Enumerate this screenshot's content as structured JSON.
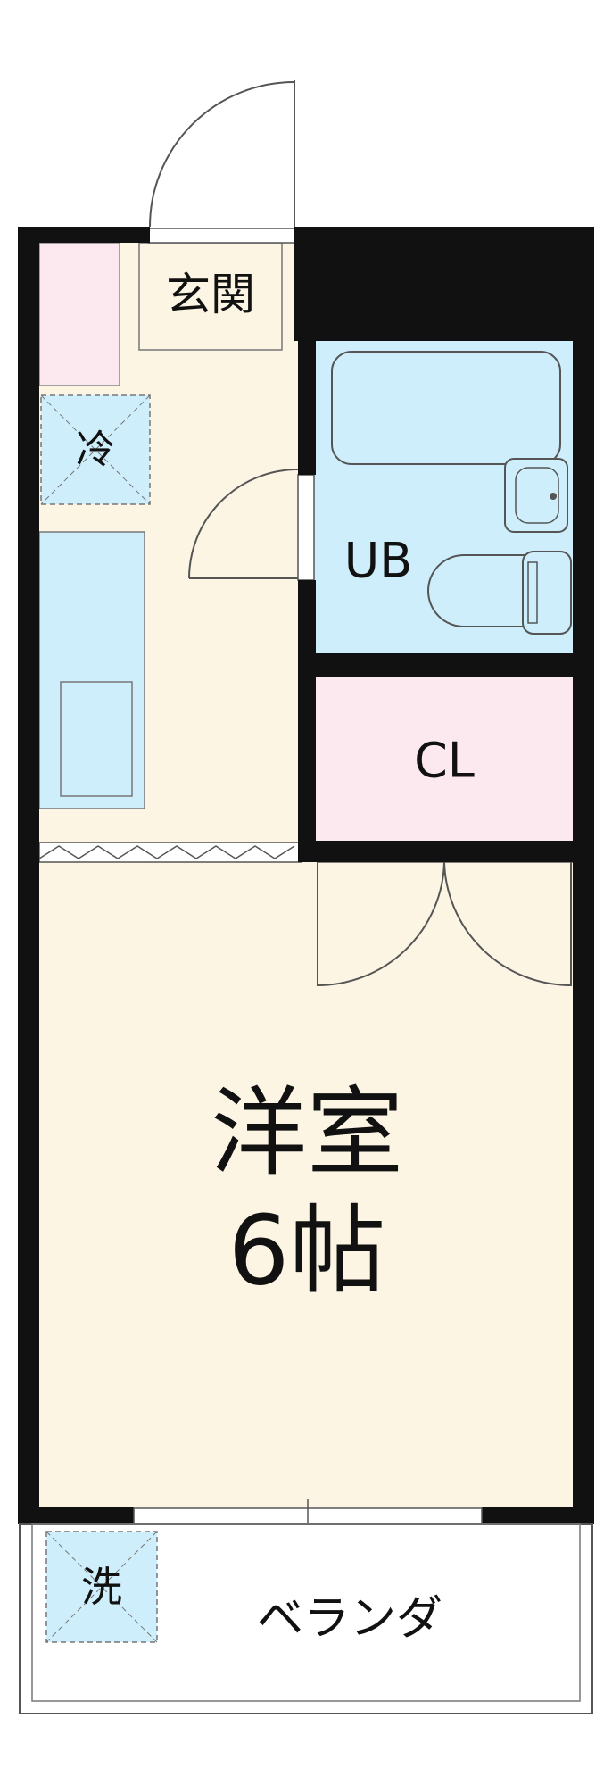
{
  "rooms": {
    "entrance": "玄関",
    "fridge": "冷",
    "unit_bath": "UB",
    "closet": "CL",
    "western_room_line1": "洋室",
    "western_room_line2": "6帖",
    "washer": "洗",
    "balcony": "ベランダ"
  },
  "colors": {
    "wall": "#111111",
    "floor": "#fcf5e3",
    "wet_area": "#cdeefa",
    "closet": "#fce8ef",
    "balcony": "#ffffff"
  }
}
